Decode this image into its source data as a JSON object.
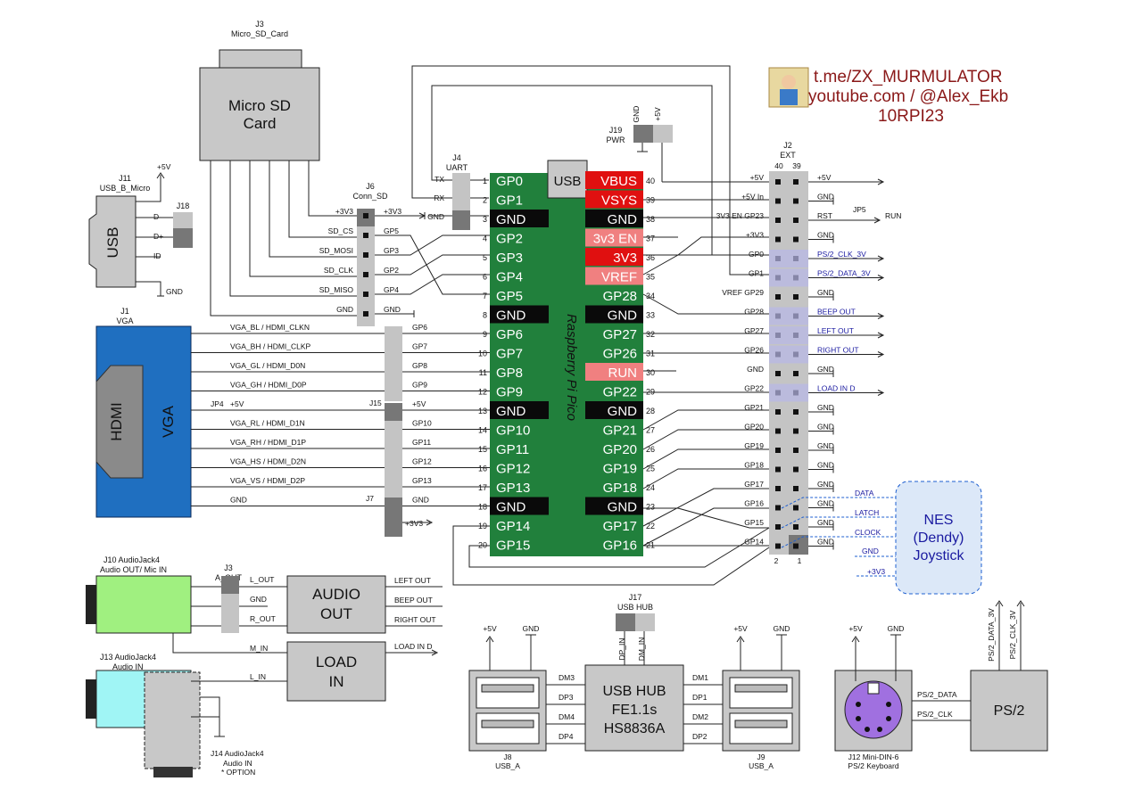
{
  "branding": {
    "line1": "t.me/ZX_MURMULATOR",
    "line2": "youtube.com / @Alex_Ekb",
    "line3": "10RPI23"
  },
  "pico": {
    "name": "Raspberry Pi Pico",
    "usb": "USB",
    "left_pins": [
      {
        "n": "1",
        "label": "GP0"
      },
      {
        "n": "2",
        "label": "GP1"
      },
      {
        "n": "3",
        "label": "GND"
      },
      {
        "n": "4",
        "label": "GP2"
      },
      {
        "n": "5",
        "label": "GP3"
      },
      {
        "n": "6",
        "label": "GP4"
      },
      {
        "n": "7",
        "label": "GP5"
      },
      {
        "n": "8",
        "label": "GND"
      },
      {
        "n": "9",
        "label": "GP6"
      },
      {
        "n": "10",
        "label": "GP7"
      },
      {
        "n": "11",
        "label": "GP8"
      },
      {
        "n": "12",
        "label": "GP9"
      },
      {
        "n": "13",
        "label": "GND"
      },
      {
        "n": "14",
        "label": "GP10"
      },
      {
        "n": "15",
        "label": "GP11"
      },
      {
        "n": "16",
        "label": "GP12"
      },
      {
        "n": "17",
        "label": "GP13"
      },
      {
        "n": "18",
        "label": "GND"
      },
      {
        "n": "19",
        "label": "GP14"
      },
      {
        "n": "20",
        "label": "GP15"
      }
    ],
    "right_pins": [
      {
        "n": "40",
        "label": "VBUS"
      },
      {
        "n": "39",
        "label": "VSYS"
      },
      {
        "n": "38",
        "label": "GND"
      },
      {
        "n": "37",
        "label": "3v3 EN"
      },
      {
        "n": "36",
        "label": "3V3"
      },
      {
        "n": "35",
        "label": "VREF"
      },
      {
        "n": "34",
        "label": "GP28"
      },
      {
        "n": "33",
        "label": "GND"
      },
      {
        "n": "32",
        "label": "GP27"
      },
      {
        "n": "31",
        "label": "GP26"
      },
      {
        "n": "30",
        "label": "RUN"
      },
      {
        "n": "29",
        "label": "GP22"
      },
      {
        "n": "28",
        "label": "GND"
      },
      {
        "n": "27",
        "label": "GP21"
      },
      {
        "n": "26",
        "label": "GP20"
      },
      {
        "n": "25",
        "label": "GP19"
      },
      {
        "n": "24",
        "label": "GP18"
      },
      {
        "n": "23",
        "label": "GND"
      },
      {
        "n": "22",
        "label": "GP17"
      },
      {
        "n": "21",
        "label": "GP16"
      }
    ]
  },
  "j2": {
    "ref": "J2",
    "name": "EXT",
    "col_left": "40",
    "col_right": "39",
    "foot_left": "2",
    "foot_right": "1",
    "left": [
      "+5V",
      "+5V In",
      "3V3 EN GP23",
      "+3V3",
      "GP0",
      "GP1",
      "VREF GP29",
      "GP28",
      "GP27",
      "GP26",
      "GND",
      "GP22",
      "GP21",
      "GP20",
      "GP19",
      "GP18",
      "GP17",
      "GP16",
      "GP15",
      "GP14"
    ],
    "right": [
      "+5V",
      "GND",
      "RST",
      "GND",
      "PS/2_CLK_3V",
      "PS/2_DATA_3V",
      "GND",
      "BEEP OUT",
      "LEFT OUT",
      "RIGHT OUT",
      "GND",
      "LOAD IN D",
      "GND",
      "GND",
      "GND",
      "GND",
      "GND",
      "GND",
      "GND",
      "GND"
    ],
    "jp5": "JP5",
    "run": "RUN"
  },
  "j3_sd": {
    "ref": "J3",
    "name": "Micro_SD_Card",
    "title1": "Micro SD",
    "title2": "Card"
  },
  "j6": {
    "ref": "J6",
    "name": "Conn_SD",
    "left": [
      "+3V3",
      "SD_CS",
      "SD_MOSI",
      "SD_CLK",
      "SD_MISO",
      "GND"
    ],
    "right": [
      "+3V3",
      "GP5",
      "GP3",
      "GP2",
      "GP4",
      "GND"
    ]
  },
  "j4": {
    "ref": "J4",
    "name": "UART",
    "labels": [
      "TX",
      "RX",
      "GND"
    ]
  },
  "j19": {
    "ref": "J19",
    "name": "PWR",
    "labels": [
      "GND",
      "+5V"
    ]
  },
  "j11": {
    "ref": "J11",
    "name": "USB_B_Micro",
    "title": "USB",
    "labels": [
      "D-",
      "D+",
      "ID",
      "GND"
    ],
    "vcc": "+5V"
  },
  "j18": {
    "ref": "J18"
  },
  "j1": {
    "ref": "J1",
    "name": "VGA",
    "vga": "VGA",
    "hdmi": "HDMI"
  },
  "vga_lines": [
    {
      "label": "VGA_BL / HDMI_CLKN",
      "gp": "GP6"
    },
    {
      "label": "VGA_BH / HDMI_CLKP",
      "gp": "GP7"
    },
    {
      "label": "VGA_GL / HDMI_D0N",
      "gp": "GP8"
    },
    {
      "label": "VGA_GH / HDMI_D0P",
      "gp": "GP9"
    },
    {
      "label": "+5V",
      "gp": "+5V"
    },
    {
      "label": "VGA_RL / HDMI_D1N",
      "gp": "GP10"
    },
    {
      "label": "VGA_RH / HDMI_D1P",
      "gp": "GP11"
    },
    {
      "label": "VGA_HS / HDMI_D2N",
      "gp": "GP12"
    },
    {
      "label": "VGA_VS / HDMI_D2P",
      "gp": "GP13"
    },
    {
      "label": "GND",
      "gp": "GND"
    }
  ],
  "jp4": "JP4",
  "j15": "J15",
  "j7": {
    "ref": "J7",
    "gnd": "GND",
    "v33": "+3V3"
  },
  "joystick": {
    "title1": "NES",
    "title2": "(Dendy)",
    "title3": "Joystick",
    "labels": [
      "DATA",
      "LATCH",
      "CLOCK",
      "GND",
      "+3V3"
    ]
  },
  "j10": {
    "ref": "J10  AudioJack4",
    "name": "Audio OUT/ Mic IN"
  },
  "j3_aout": {
    "ref": "J3",
    "name": "A_OUT",
    "labels": [
      "L_OUT",
      "GND",
      "R_OUT"
    ]
  },
  "audio_out": {
    "title1": "AUDIO",
    "title2": "OUT",
    "labels": [
      "LEFT OUT",
      "BEEP OUT",
      "RIGHT OUT"
    ]
  },
  "load_in": {
    "title1": "LOAD",
    "title2": "IN",
    "labels": [
      "M_IN",
      "L_IN",
      "LOAD IN D"
    ]
  },
  "j13": {
    "ref": "J13 AudioJack4",
    "name": "Audio IN"
  },
  "j14": {
    "ref": "J14 AudioJack4",
    "name": "Audio IN",
    "note": "* OPTION"
  },
  "j17": {
    "ref": "J17",
    "name": "USB HUB",
    "labels": [
      "DP_IN",
      "DM_IN"
    ]
  },
  "usb_hub": {
    "title1": "USB HUB",
    "title2": "FE1.1s",
    "title3": "HS8836A",
    "left": [
      "DM3",
      "DP3",
      "DM4",
      "DP4"
    ],
    "right": [
      "DM1",
      "DP1",
      "DM2",
      "DP2"
    ]
  },
  "j8": {
    "ref": "J8",
    "name": "USB_A",
    "vcc": "+5V",
    "gnd": "GND"
  },
  "j9": {
    "ref": "J9",
    "name": "USB_A",
    "vcc": "+5V",
    "gnd": "GND"
  },
  "j12": {
    "ref": "J12 Mini-DIN-6",
    "name": "PS/2 Keyboard",
    "vcc": "+5V",
    "gnd": "GND",
    "labels": [
      "PS/2_DATA",
      "PS/2_CLK"
    ]
  },
  "ps2": {
    "title": "PS/2",
    "labels": [
      "PS/2_DATA_3V",
      "PS/2_CLK_3V"
    ]
  },
  "colors": {
    "pico_green": "#21803c",
    "pin_black": "#0a0a0a",
    "pin_red": "#e01010",
    "pin_pink": "#f08080",
    "vga_blue": "#1f6fc0",
    "jack_green": "#a0f080",
    "jack_cyan": "#a0f5f5",
    "ps2_purple": "#a070e0",
    "link_blue": "#1e5fd0",
    "gray": "#c8c8c8"
  }
}
